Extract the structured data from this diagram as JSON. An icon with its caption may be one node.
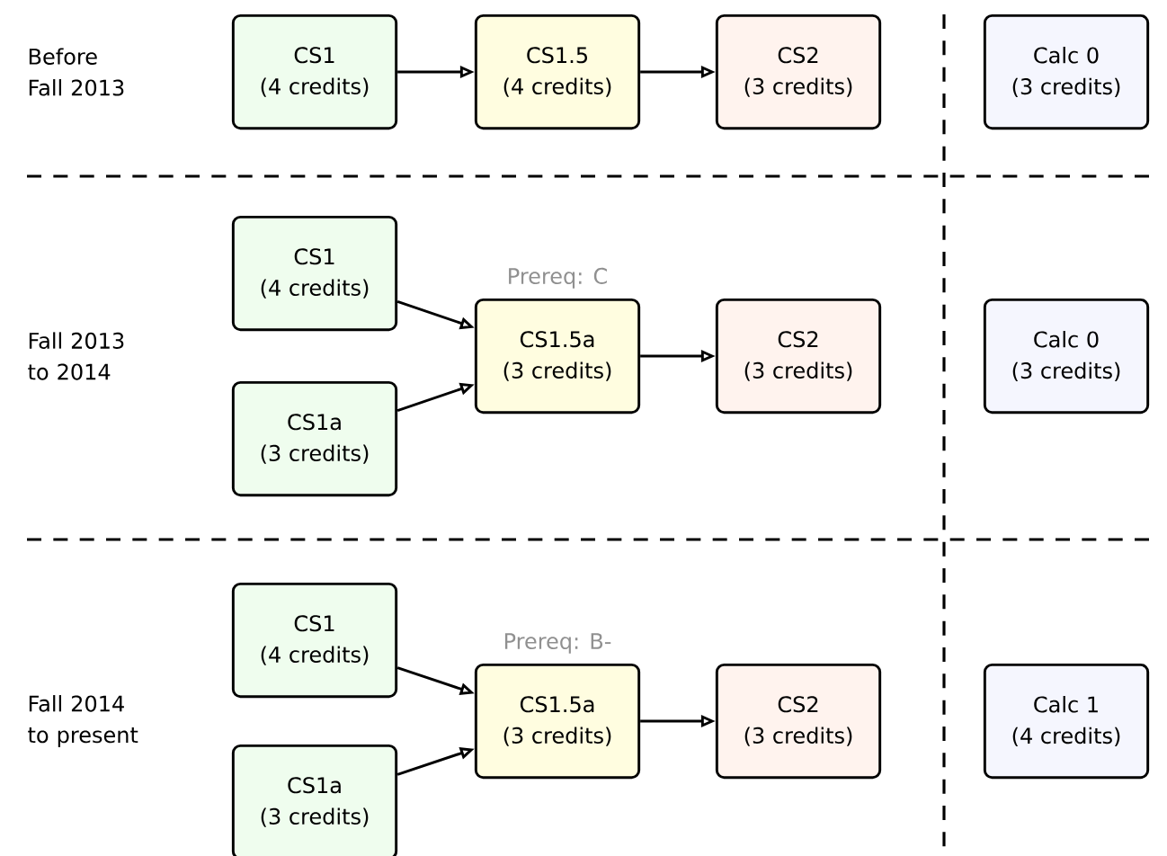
{
  "diagram": {
    "nodes": [
      {
        "text": [
          "CS1",
          "(4 credits)"
        ]
      },
      {
        "text": [
          "CS1.5",
          "(4 credits)"
        ]
      },
      {
        "text": [
          "CS2",
          "(3 credits)"
        ]
      },
      {
        "text": [
          "Calc 0",
          "(3 credits)"
        ]
      },
      {
        "text": [
          "CS1",
          "(4 credits)"
        ]
      },
      {
        "text": [
          "CS1a",
          "(3 credits)"
        ]
      },
      {
        "text": [
          "CS1.5a",
          "(3 credits)"
        ],
        "beside": [
          "Prereq: C"
        ]
      },
      {
        "text": [
          "CS2",
          "(3 credits)"
        ]
      },
      {
        "text": [
          "Calc 0",
          "(3 credits)"
        ]
      },
      {
        "text": [
          "CS1",
          "(4 credits)"
        ]
      },
      {
        "text": [
          "CS1a",
          "(3 credits)"
        ]
      },
      {
        "text": [
          "CS1.5a",
          "(3 credits)"
        ],
        "beside": [
          "Prereq: B-"
        ]
      },
      {
        "text": [
          "CS2",
          "(3 credits)"
        ]
      },
      {
        "text": [
          "Calc 1",
          "(4 credits)"
        ]
      }
    ],
    "edges": [
      {
        "from": 0,
        "to": 1,
        "arrow": "to"
      },
      {
        "from": 1,
        "to": 2,
        "arrow": "to"
      },
      {
        "from": 4,
        "to": 6,
        "arrow": "to"
      },
      {
        "from": 5,
        "to": 6,
        "arrow": "to"
      },
      {
        "from": 6,
        "to": 7,
        "arrow": "to"
      },
      {
        "from": 9,
        "to": 11,
        "arrow": "to"
      },
      {
        "from": 10,
        "to": 11,
        "arrow": "to"
      },
      {
        "from": 11,
        "to": 12,
        "arrow": "to"
      }
    ],
    "labels": [
      "Before Fall 2013",
      "Fall 2013 to 2014",
      "Fall 2014 to present"
    ]
  }
}
